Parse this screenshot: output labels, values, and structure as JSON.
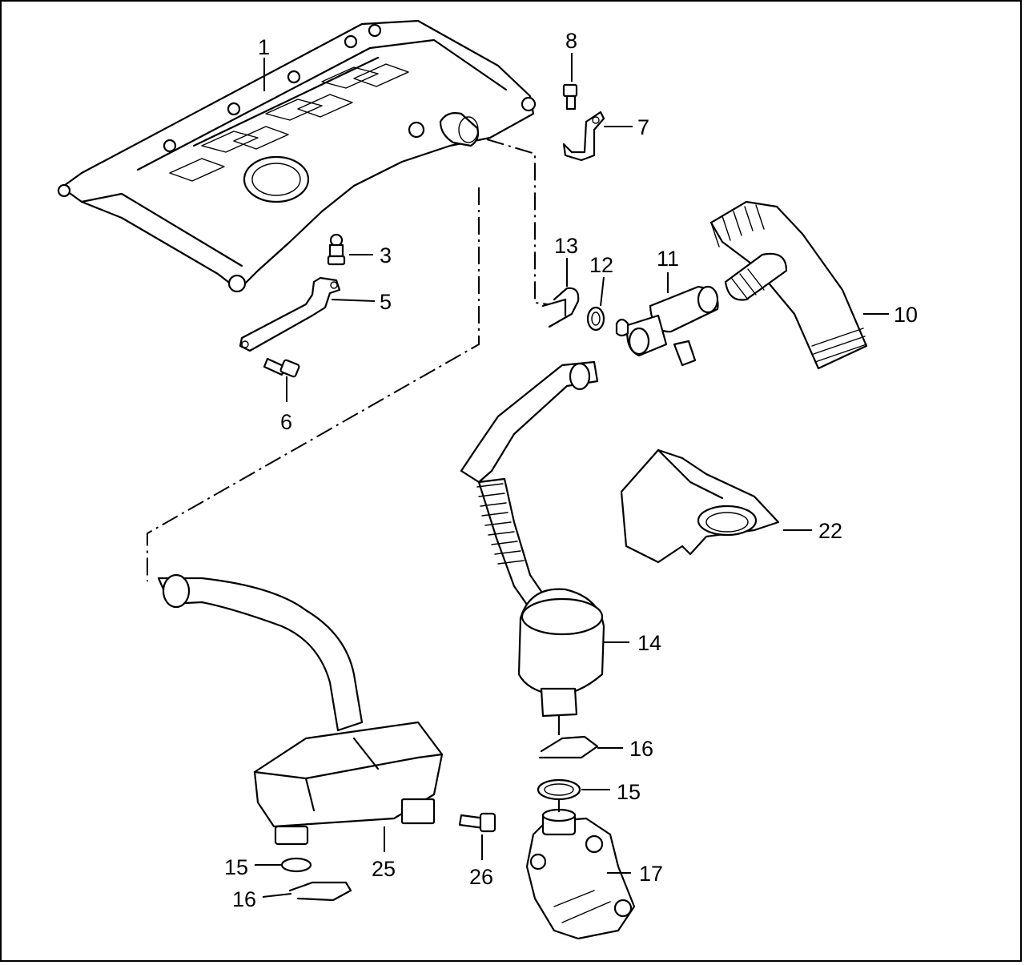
{
  "diagram": {
    "callouts": [
      {
        "id": "part-1",
        "label": "1"
      },
      {
        "id": "part-3",
        "label": "3"
      },
      {
        "id": "part-5",
        "label": "5"
      },
      {
        "id": "part-6",
        "label": "6"
      },
      {
        "id": "part-7",
        "label": "7"
      },
      {
        "id": "part-8",
        "label": "8"
      },
      {
        "id": "part-10",
        "label": "10"
      },
      {
        "id": "part-11",
        "label": "11"
      },
      {
        "id": "part-12",
        "label": "12"
      },
      {
        "id": "part-13",
        "label": "13"
      },
      {
        "id": "part-14",
        "label": "14"
      },
      {
        "id": "part-15-right",
        "label": "15"
      },
      {
        "id": "part-16-right",
        "label": "16"
      },
      {
        "id": "part-17",
        "label": "17"
      },
      {
        "id": "part-22",
        "label": "22"
      },
      {
        "id": "part-25",
        "label": "25"
      },
      {
        "id": "part-26",
        "label": "26"
      },
      {
        "id": "part-15-left",
        "label": "15"
      },
      {
        "id": "part-16-left",
        "label": "16"
      }
    ]
  }
}
